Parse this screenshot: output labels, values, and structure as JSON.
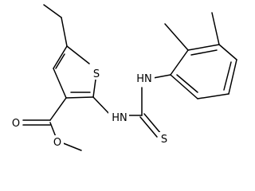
{
  "molecule": {
    "atom_labels": {
      "sulfur_ring": "S",
      "amine_upper": "HN",
      "amine_lower": "HN",
      "thione": "S",
      "carbonyl_oxygen": "O",
      "ester_oxygen": "O"
    },
    "colors": {
      "bond": "#000000",
      "label": "#000000",
      "background": "#ffffff"
    }
  }
}
